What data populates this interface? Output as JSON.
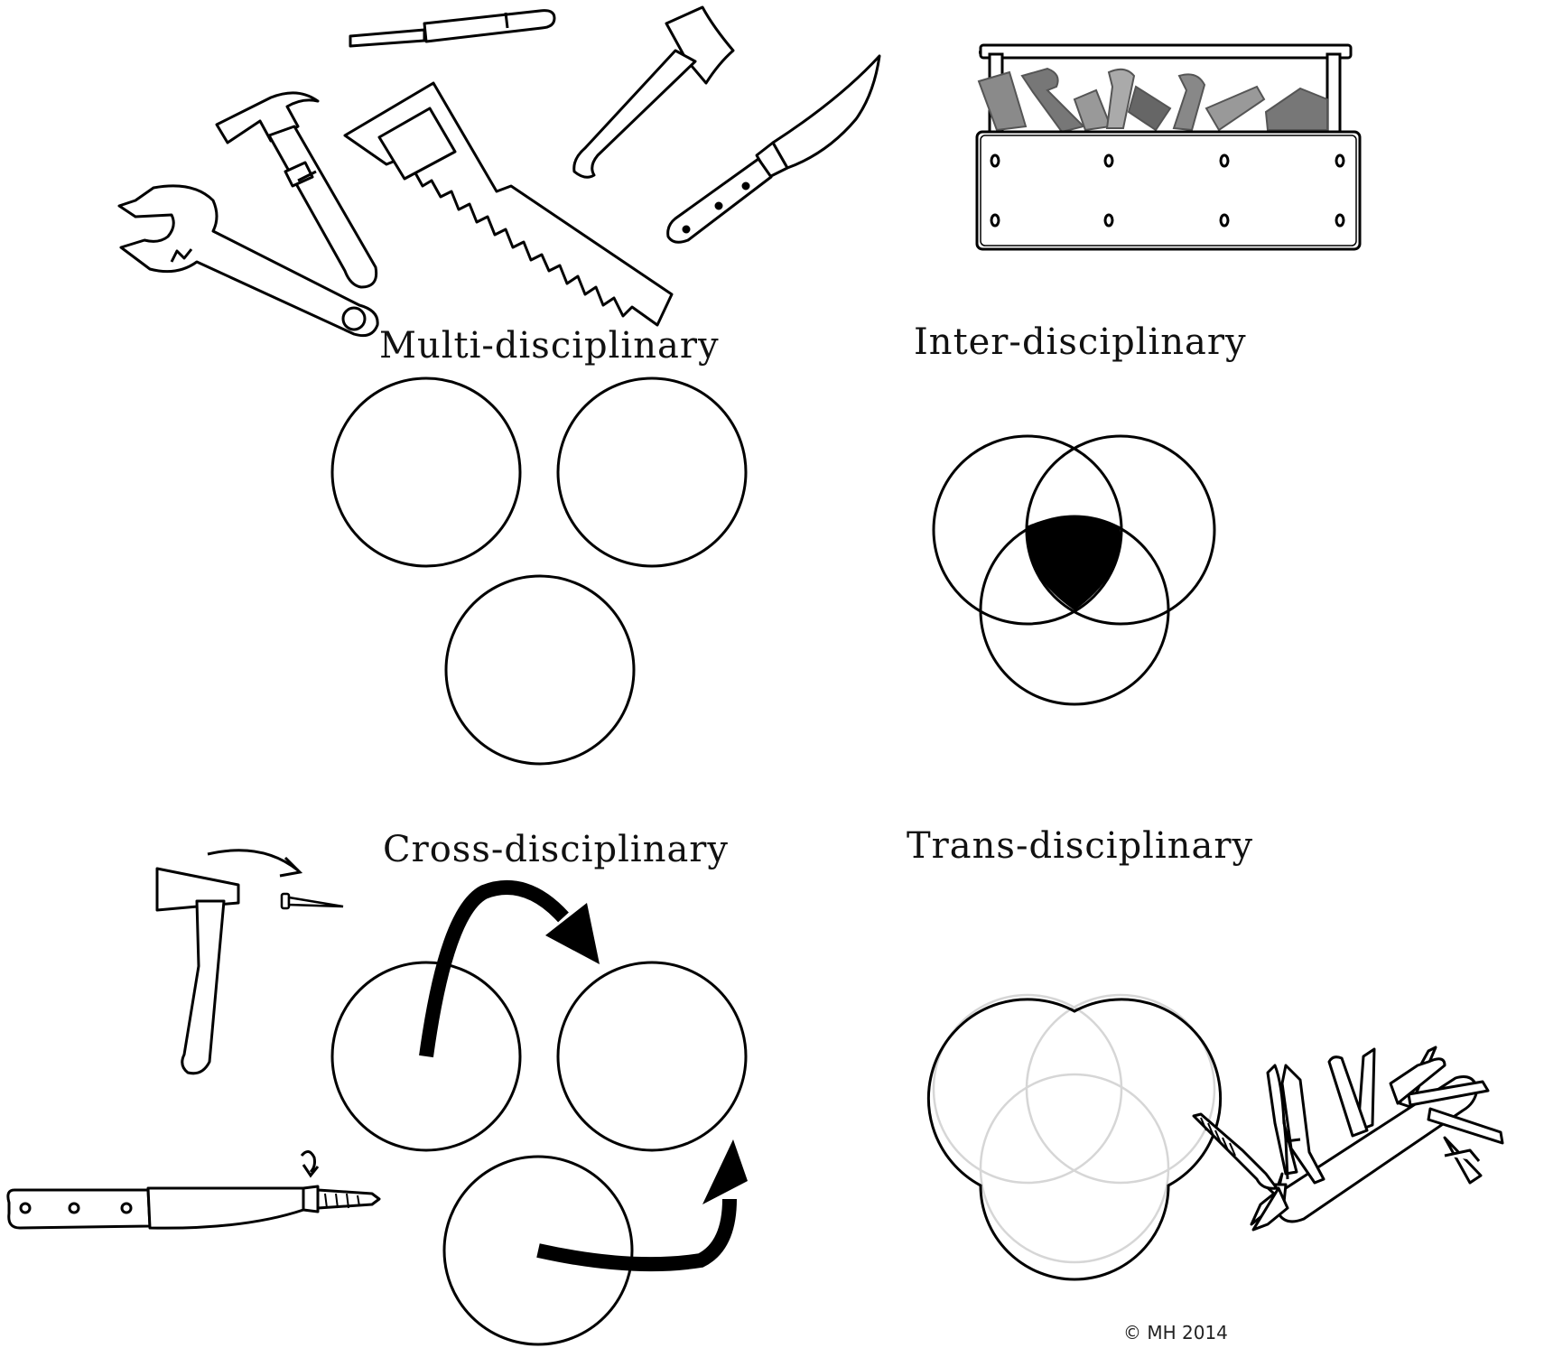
{
  "labels": {
    "multi": "Multi-disciplinary",
    "inter": "Inter-disciplinary",
    "cross": "Cross-disciplinary",
    "trans": "Trans-disciplinary"
  },
  "copyright": "© MH 2014",
  "colors": {
    "ink": "#000000",
    "overlap_fill": "#000000",
    "faint_circle": "#d6d6d6",
    "toolbox_tools": "#8a8a8a"
  },
  "icons": [
    "screwdriver-icon",
    "hammer-icon",
    "wrench-icon",
    "saw-icon",
    "axe-icon",
    "knife-icon",
    "toolbox-icon",
    "nail-icon",
    "swiss-army-knife-icon"
  ]
}
